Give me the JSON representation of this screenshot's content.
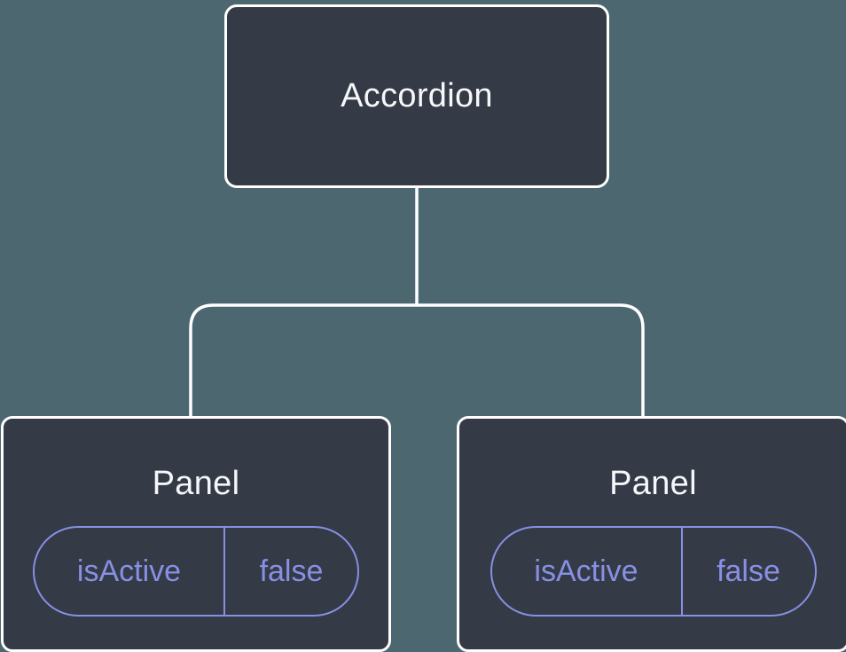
{
  "diagram": {
    "root": {
      "label": "Accordion"
    },
    "panels": [
      {
        "label": "Panel",
        "prop": {
          "name": "isActive",
          "value": "false"
        }
      },
      {
        "label": "Panel",
        "prop": {
          "name": "isActive",
          "value": "false"
        }
      }
    ],
    "colors": {
      "background": "#4C6770",
      "node_fill": "#343A46",
      "node_border": "#FFFFFF",
      "node_text": "#F6F7F9",
      "prop_accent": "#8790E4",
      "connector": "#FFFFFF"
    }
  }
}
